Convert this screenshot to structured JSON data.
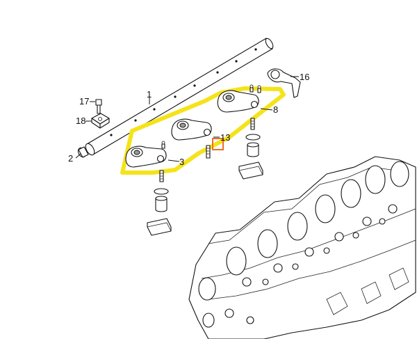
{
  "callouts": {
    "c1": "1",
    "c2": "2",
    "c3": "3",
    "c8": "8",
    "c13": "13",
    "c16": "16",
    "c17": "17",
    "c18": "18"
  },
  "colors": {
    "highlight_outline": "#f5e31a",
    "selection_box": "#ee6d2c",
    "line": "#111111",
    "shade": "#9a9a9a"
  },
  "icons": [
    "rocker-shaft",
    "rocker-arm",
    "adjusting-screw",
    "valve-tappet",
    "valve-bridge",
    "bracket",
    "cylinder-head"
  ]
}
